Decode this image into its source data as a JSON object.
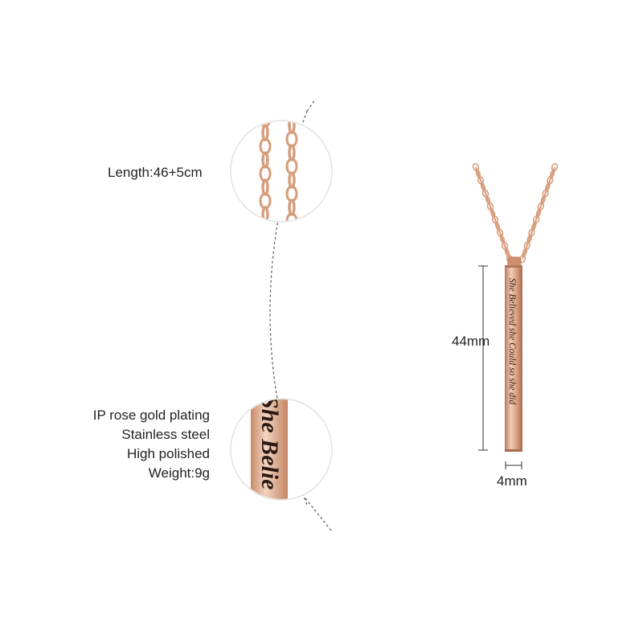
{
  "specs": {
    "length": "Length:46+5cm",
    "lines": [
      "IP rose gold plating",
      "Stainless steel",
      "High polished",
      "Weight:9g"
    ]
  },
  "dimensions": {
    "height": "44mm",
    "width": "4mm"
  },
  "engraving": {
    "full_text": "She Believed she Could so she did",
    "zoom_text": "She Belie"
  },
  "colors": {
    "rose_gold": "#d79c7c",
    "rose_gold_light": "#f2cdb6",
    "rose_gold_dark": "#b77a5c",
    "dimension_line": "#333333"
  }
}
